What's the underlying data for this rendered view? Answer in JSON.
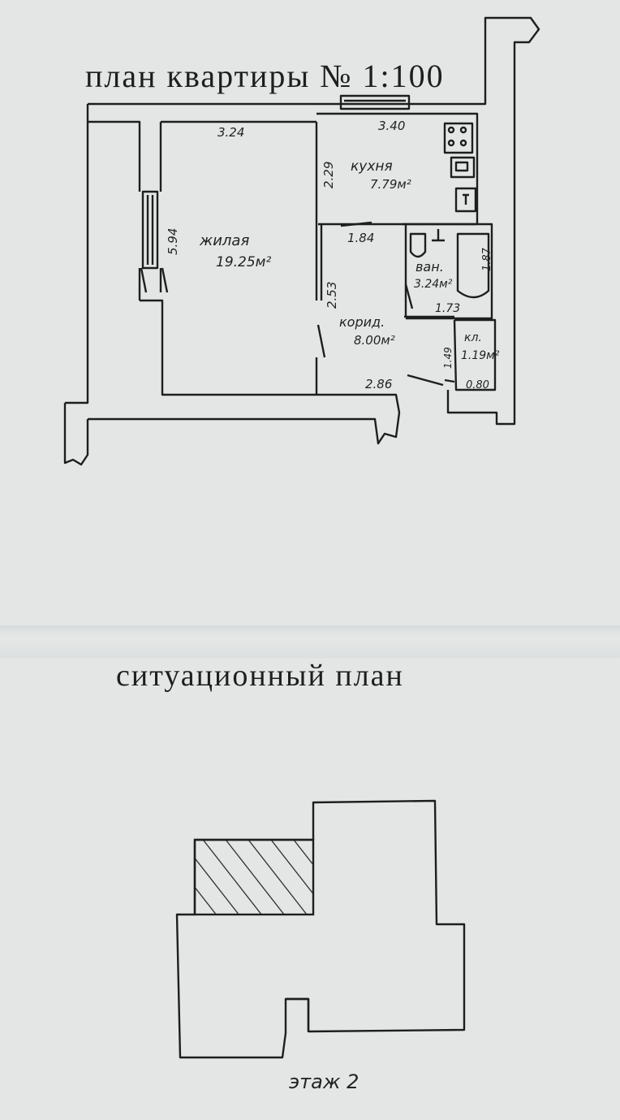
{
  "page": {
    "apartment_plan_title": "план квартиры № 1:100",
    "site_plan_title": "ситуационный план",
    "floor_label": "этаж 2"
  },
  "rooms": {
    "living": {
      "name": "жилая",
      "area": "19.25м²"
    },
    "kitchen": {
      "name": "кухня",
      "area": "7.79м²"
    },
    "bathroom": {
      "name": "ван.",
      "area": "3.24м²"
    },
    "corridor": {
      "name": "корид.",
      "area": "8.00м²"
    },
    "closet": {
      "name": "кл.",
      "area": "1.19м²"
    }
  },
  "dimensions": {
    "living_width": "3.24",
    "living_length": "5.94",
    "kitchen_width": "3.40",
    "kitchen_depth": "2.29",
    "corridor_width": "1.84",
    "corridor_length": "2.53",
    "corridor_bottom": "2.86",
    "bath_depth": "1.87",
    "bath_width": "1.73",
    "closet_depth": "1.49",
    "closet_width": "0.80"
  },
  "colors": {
    "ink": "#1e1e1e",
    "paper": "#e4e6e6"
  }
}
